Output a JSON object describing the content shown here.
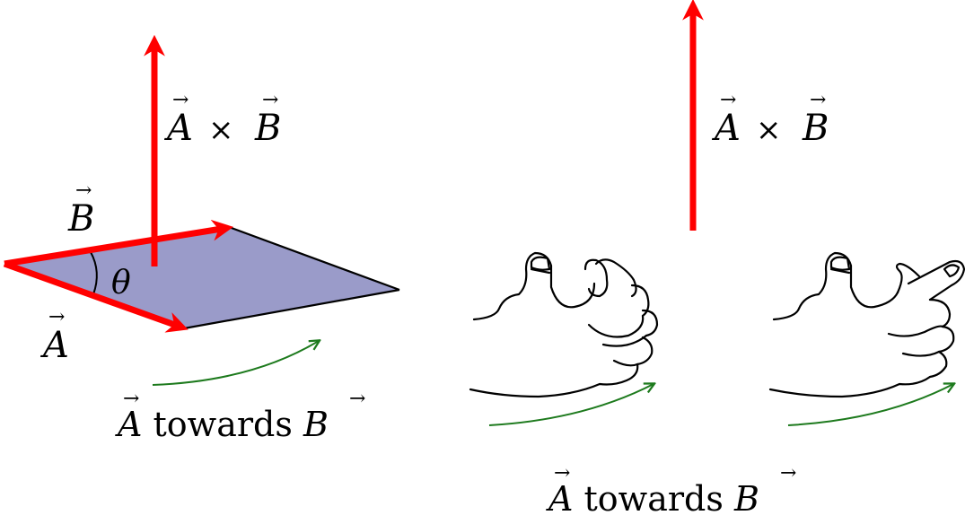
{
  "colors": {
    "vector_red": "#ff0000",
    "plane_fill": "#9a9bc9",
    "arc_green": "#1d7a1d",
    "ink": "#000000"
  },
  "left_figure": {
    "cross_product": {
      "a": "A",
      "times": "×",
      "b": "B"
    },
    "vector_b": "B",
    "vector_a": "A",
    "angle": "θ",
    "rotation_caption": {
      "a": "A",
      "towards": " towards ",
      "b": "B"
    }
  },
  "right_figure": {
    "cross_product": {
      "a": "A",
      "times": "×",
      "b": "B"
    },
    "rotation_caption": {
      "a": "A",
      "towards": " towards ",
      "b": "B"
    },
    "hand_icons": [
      "right-hand-curled-icon",
      "right-hand-pointing-icon"
    ]
  }
}
